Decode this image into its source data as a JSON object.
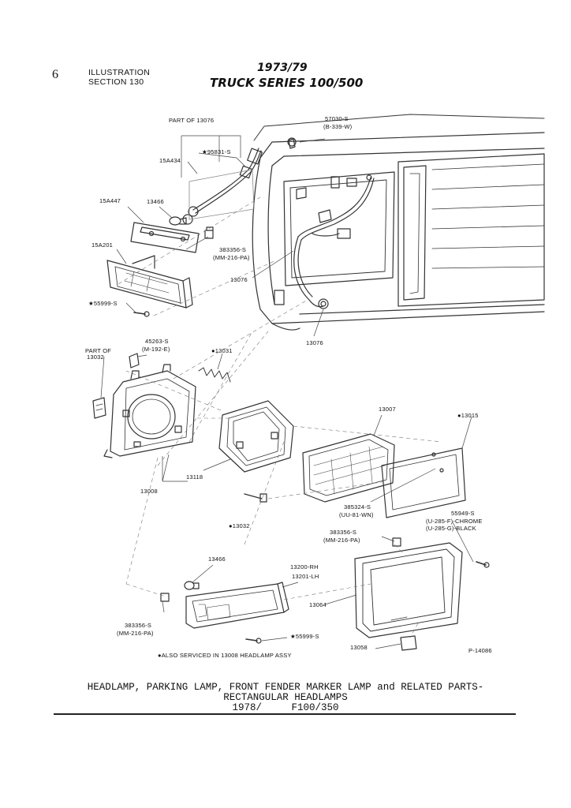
{
  "page_number": "6",
  "section_label": "ILLUSTRATION",
  "section_number": "SECTION 130",
  "title_years": "1973/79",
  "title_series": "TRUCK SERIES 100/500",
  "labels": {
    "part_of_13076": "PART OF 13076",
    "l57030": "57030-S",
    "l57030b": "(B-339-W)",
    "l95831": "★95831-S",
    "l15a434": "15A434",
    "l15a447": "15A447",
    "l13466a": "13466",
    "l383356a": "383356-S",
    "l383356ab": "(MM-216-PA)",
    "l15a201": "15A201",
    "l13076a": "13076",
    "l55999a": "★55999-S",
    "l13076b": "13076",
    "l45263": "45263-S",
    "l45263b": "(M-192-E)",
    "part_of_13032": "PART OF",
    "part_of_13032b": "13032",
    "l13031": "●13031",
    "l13007": "13007",
    "l13015": "●13015",
    "l13118": "13118",
    "l13008": "13008",
    "l385324": "385324-S",
    "l385324b": "(UU-81-WN)",
    "l55949": "55949-S",
    "l55949b": "(U-285-F)-CHROME",
    "l55949c": "(U-285-G)-BLACK",
    "l13032": "●13032",
    "l383356b": "383356-S",
    "l383356bb": "(MM-216-PA)",
    "l13466b": "13466",
    "l13200": "13200-RH",
    "l13201": "13201-LH",
    "l13064": "13064",
    "l383356c": "383356-S",
    "l383356cb": "(MM-216-PA)",
    "l55999b": "★55999-S",
    "l13058": "13058",
    "footnote": "●ALSO SERVICED IN 13008 HEADLAMP ASSY",
    "plate": "P-14086"
  },
  "caption": {
    "line1": "HEADLAMP, PARKING LAMP, FRONT FENDER MARKER LAMP and RELATED PARTS-",
    "line2": "RECTANGULAR HEADLAMPS",
    "line3": "1978/     F100/350"
  }
}
